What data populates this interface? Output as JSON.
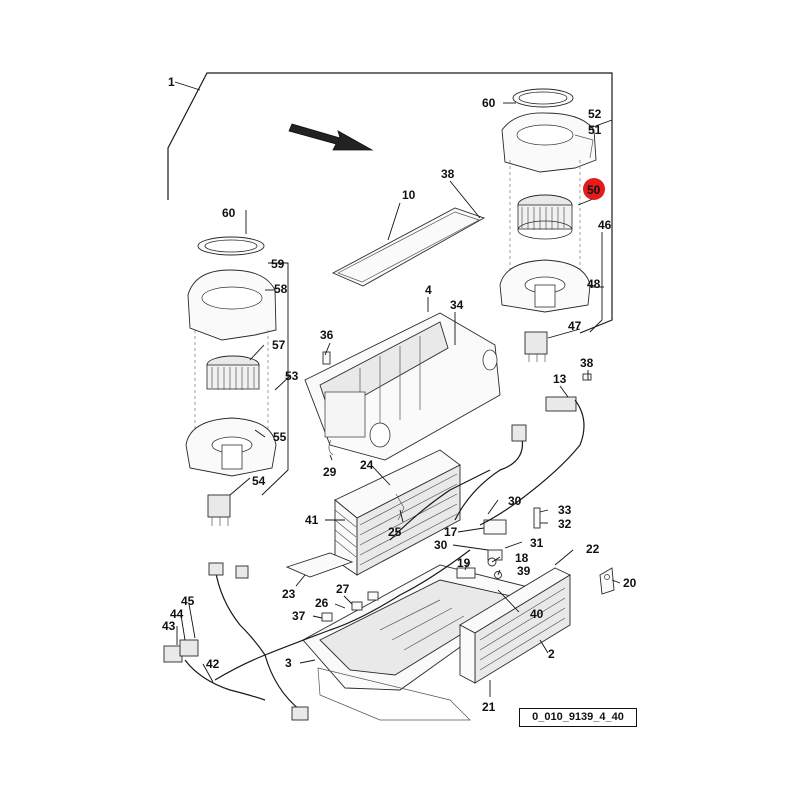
{
  "highlight_color": "#e31b1b",
  "reference_code": "0_010_9139_4_40",
  "callouts": [
    {
      "id": "c1",
      "label": "1"
    },
    {
      "id": "c2",
      "label": "2"
    },
    {
      "id": "c3",
      "label": "3"
    },
    {
      "id": "c4",
      "label": "4"
    },
    {
      "id": "c10",
      "label": "10"
    },
    {
      "id": "c13",
      "label": "13"
    },
    {
      "id": "c17",
      "label": "17"
    },
    {
      "id": "c18",
      "label": "18"
    },
    {
      "id": "c19",
      "label": "19"
    },
    {
      "id": "c20",
      "label": "20"
    },
    {
      "id": "c21",
      "label": "21"
    },
    {
      "id": "c22",
      "label": "22"
    },
    {
      "id": "c23",
      "label": "23"
    },
    {
      "id": "c24",
      "label": "24"
    },
    {
      "id": "c25",
      "label": "25"
    },
    {
      "id": "c26",
      "label": "26"
    },
    {
      "id": "c27",
      "label": "27"
    },
    {
      "id": "c29",
      "label": "29"
    },
    {
      "id": "c30a",
      "label": "30"
    },
    {
      "id": "c30b",
      "label": "30"
    },
    {
      "id": "c31",
      "label": "31"
    },
    {
      "id": "c32",
      "label": "32"
    },
    {
      "id": "c33",
      "label": "33"
    },
    {
      "id": "c34",
      "label": "34"
    },
    {
      "id": "c36",
      "label": "36"
    },
    {
      "id": "c37",
      "label": "37"
    },
    {
      "id": "c38a",
      "label": "38"
    },
    {
      "id": "c38b",
      "label": "38"
    },
    {
      "id": "c39",
      "label": "39"
    },
    {
      "id": "c40",
      "label": "40"
    },
    {
      "id": "c41",
      "label": "41"
    },
    {
      "id": "c42",
      "label": "42"
    },
    {
      "id": "c43",
      "label": "43"
    },
    {
      "id": "c44",
      "label": "44"
    },
    {
      "id": "c45",
      "label": "45"
    },
    {
      "id": "c46",
      "label": "46"
    },
    {
      "id": "c47",
      "label": "47"
    },
    {
      "id": "c48",
      "label": "48"
    },
    {
      "id": "c50",
      "label": "50",
      "highlighted": true
    },
    {
      "id": "c51",
      "label": "51"
    },
    {
      "id": "c52",
      "label": "52"
    },
    {
      "id": "c53",
      "label": "53"
    },
    {
      "id": "c54",
      "label": "54"
    },
    {
      "id": "c55",
      "label": "55"
    },
    {
      "id": "c57",
      "label": "57"
    },
    {
      "id": "c58",
      "label": "58"
    },
    {
      "id": "c59",
      "label": "59"
    },
    {
      "id": "c60a",
      "label": "60"
    },
    {
      "id": "c60b",
      "label": "60"
    }
  ]
}
